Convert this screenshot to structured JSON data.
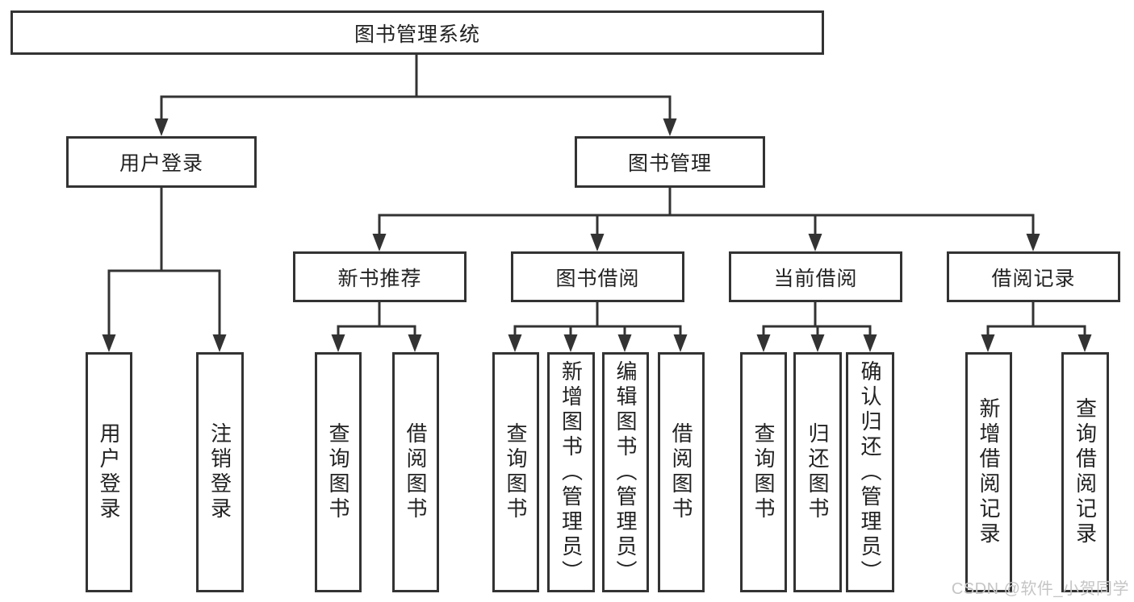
{
  "tree": {
    "label": "图书管理系统",
    "children": [
      {
        "label": "用户登录",
        "children": [
          {
            "label": "用户登录"
          },
          {
            "label": "注销登录"
          }
        ]
      },
      {
        "label": "图书管理",
        "children": [
          {
            "label": "新书推荐",
            "children": [
              {
                "label": "查询图书"
              },
              {
                "label": "借阅图书"
              }
            ]
          },
          {
            "label": "图书借阅",
            "children": [
              {
                "label": "查询图书"
              },
              {
                "label": "新增图书（管理员）"
              },
              {
                "label": "编辑图书（管理员）"
              },
              {
                "label": "借阅图书"
              }
            ]
          },
          {
            "label": "当前借阅",
            "children": [
              {
                "label": "查询图书"
              },
              {
                "label": "归还图书"
              },
              {
                "label": "确认归还（管理员）"
              }
            ]
          },
          {
            "label": "借阅记录",
            "children": [
              {
                "label": "新增借阅记录"
              },
              {
                "label": "查询借阅记录"
              }
            ]
          }
        ]
      }
    ]
  },
  "watermark": "CSDN @软件_小贺同学",
  "colors": {
    "line": "#333333",
    "text": "#222222",
    "watermark": "#c5c5c5",
    "background": "#ffffff"
  }
}
